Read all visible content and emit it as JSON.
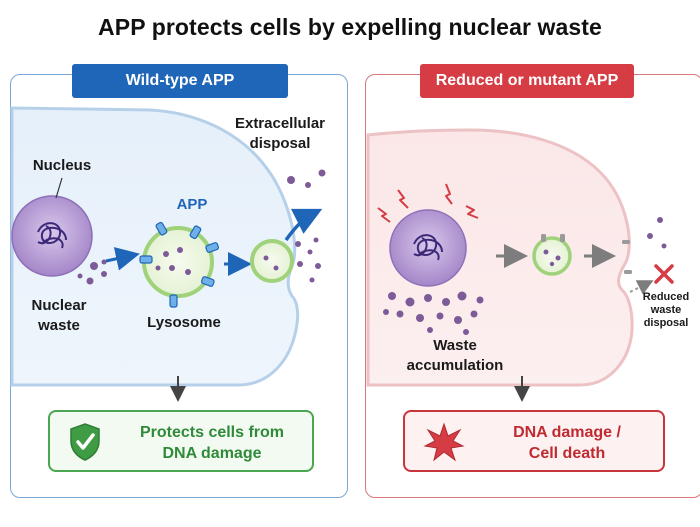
{
  "title": "APP protects cells by expelling nuclear waste",
  "left_panel": {
    "header": "Wild-type APP",
    "labels": {
      "nucleus": "Nucleus",
      "app": "APP",
      "extracellular": "Extracellular\ndisposal",
      "nuclear_waste": "Nuclear\nwaste",
      "lysosome": "Lysosome"
    },
    "result": "Protects cells from\nDNA damage",
    "result_icon": "shield-check-icon"
  },
  "right_panel": {
    "header": "Reduced or mutant APP",
    "labels": {
      "waste_accumulation": "Waste\naccumulation",
      "reduced_disposal": "Reduced\nwaste\ndisposal"
    },
    "result": "DNA damage /\nCell death",
    "result_icon": "damage-burst-icon"
  },
  "colors": {
    "blue_accent": "#1f66b8",
    "red_accent": "#d53c44",
    "green_accent": "#4aa650",
    "waste_purple": "#7d5a98"
  }
}
